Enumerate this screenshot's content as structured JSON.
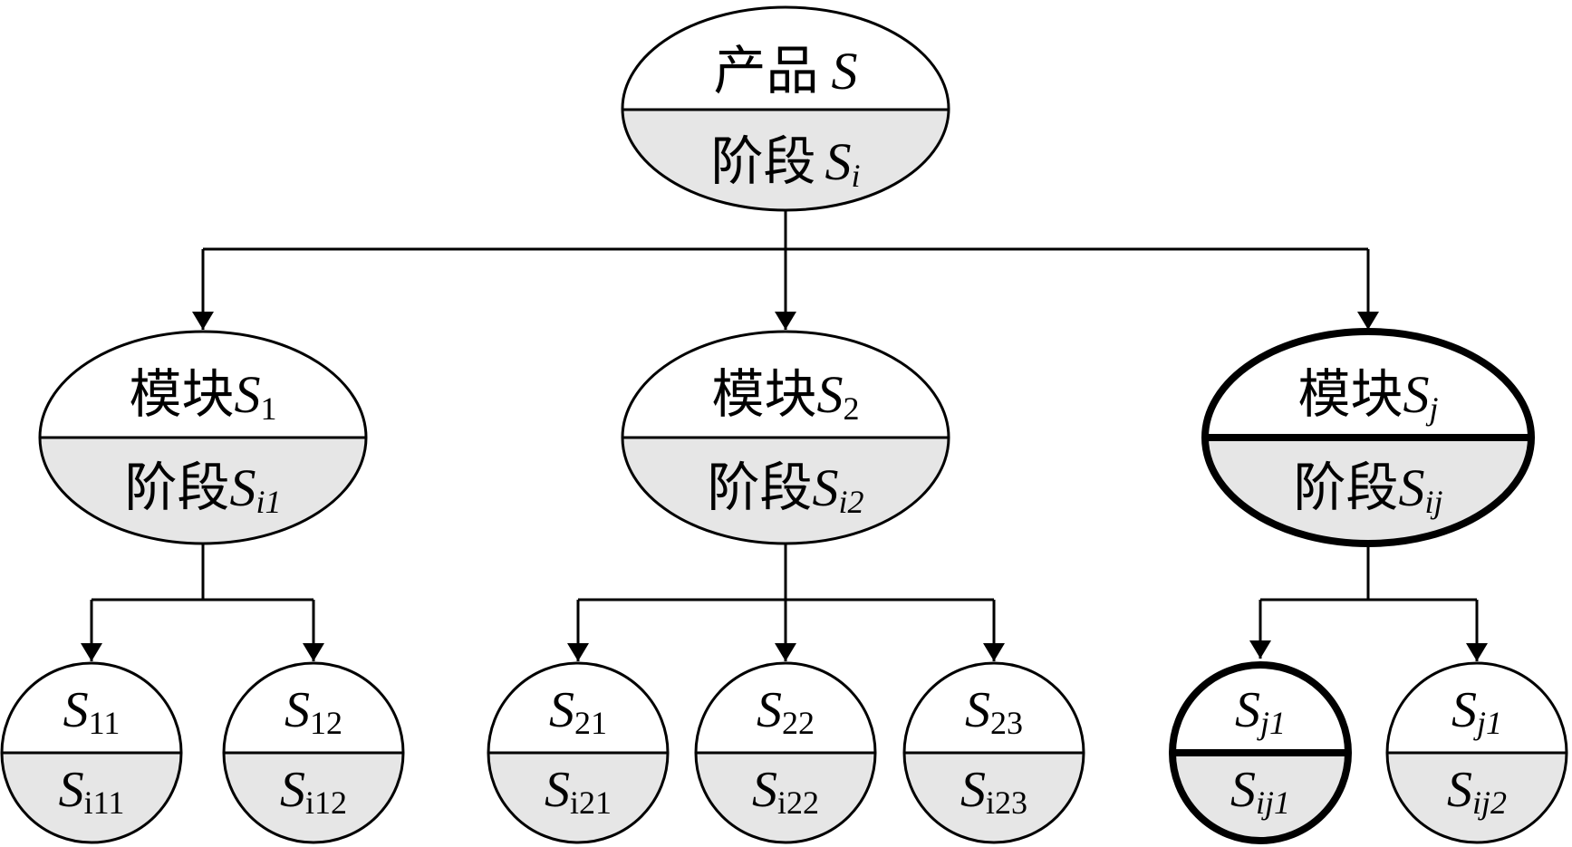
{
  "colors": {
    "stroke": "#000000",
    "lower_fill": "#e6e6e6",
    "upper_fill": "#ffffff"
  },
  "nodes": {
    "root": {
      "top": {
        "label": "产品",
        "sym": "S",
        "sub": ""
      },
      "bottom": {
        "label": "阶段",
        "sym": "S",
        "sub": "i"
      }
    },
    "m1": {
      "top": {
        "label": "模块",
        "sym": "S",
        "sub": "1"
      },
      "bottom": {
        "label": "阶段",
        "sym": "S",
        "sub": "i1"
      }
    },
    "m2": {
      "top": {
        "label": "模块",
        "sym": "S",
        "sub": "2"
      },
      "bottom": {
        "label": "阶段",
        "sym": "S",
        "sub": "i2"
      }
    },
    "mj": {
      "emphasized": true,
      "top": {
        "label": "模块",
        "sym": "S",
        "sub": "j"
      },
      "bottom": {
        "label": "阶段",
        "sym": "S",
        "sub": "ij"
      }
    },
    "s11": {
      "top": {
        "sym": "S",
        "sub": "11"
      },
      "bottom": {
        "sym": "S",
        "sub": "i11"
      }
    },
    "s12": {
      "top": {
        "sym": "S",
        "sub": "12"
      },
      "bottom": {
        "sym": "S",
        "sub": "i12"
      }
    },
    "s21": {
      "top": {
        "sym": "S",
        "sub": "21"
      },
      "bottom": {
        "sym": "S",
        "sub": "i21"
      }
    },
    "s22": {
      "top": {
        "sym": "S",
        "sub": "22"
      },
      "bottom": {
        "sym": "S",
        "sub": "i22"
      }
    },
    "s23": {
      "top": {
        "sym": "S",
        "sub": "23"
      },
      "bottom": {
        "sym": "S",
        "sub": "i23"
      }
    },
    "sj1": {
      "emphasized": true,
      "top": {
        "sym": "S",
        "sub": "j1"
      },
      "bottom": {
        "sym": "S",
        "sub": "ij1"
      }
    },
    "sj2": {
      "top": {
        "sym": "S",
        "sub": "j1"
      },
      "bottom": {
        "sym": "S",
        "sub": "ij2"
      }
    }
  }
}
